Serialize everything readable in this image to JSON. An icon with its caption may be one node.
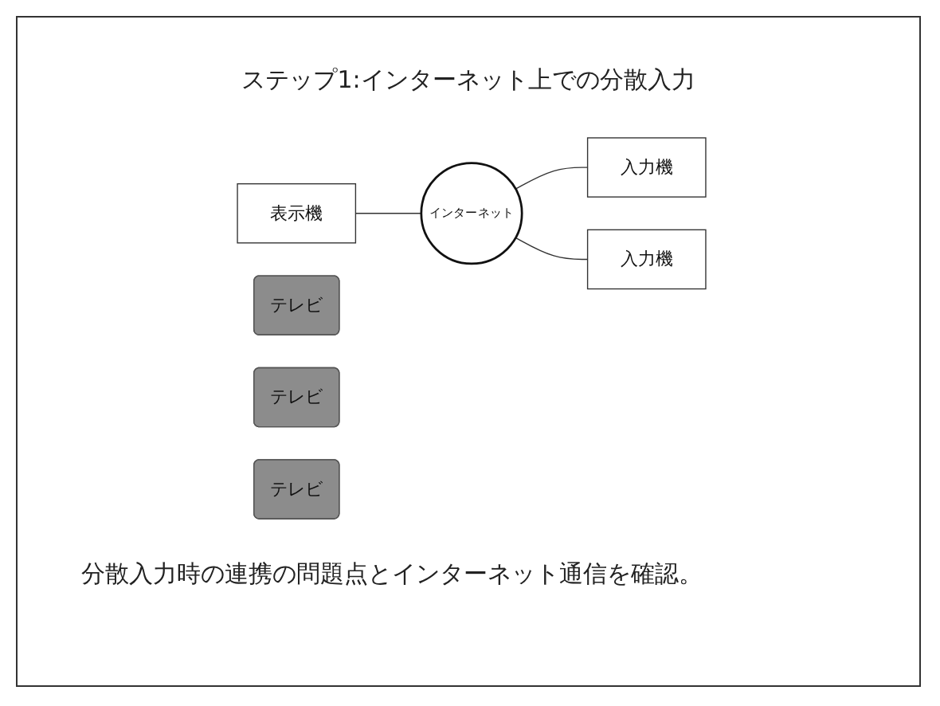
{
  "diagram": {
    "title": "ステップ1:インターネット上での分散入力",
    "nodes": [
      {
        "text": [
          "表示機"
        ]
      },
      {
        "text": [
          "インターネット"
        ]
      },
      {
        "text": [
          "入力機"
        ]
      },
      {
        "text": [
          "テレビ"
        ]
      },
      {
        "text": [
          "テレビ"
        ]
      },
      {
        "text": [
          "入力機"
        ]
      },
      {
        "text": [
          "テレビ"
        ]
      }
    ],
    "edges": [
      {
        "from": 0,
        "to": 1,
        "arrow": "none"
      },
      {
        "from": 1,
        "to": 2,
        "arrow": "none"
      },
      {
        "from": 1,
        "to": 5,
        "arrow": "none"
      }
    ],
    "labels": [
      "分散入力時の連携の問題点とインターネット通信を確認。"
    ]
  }
}
